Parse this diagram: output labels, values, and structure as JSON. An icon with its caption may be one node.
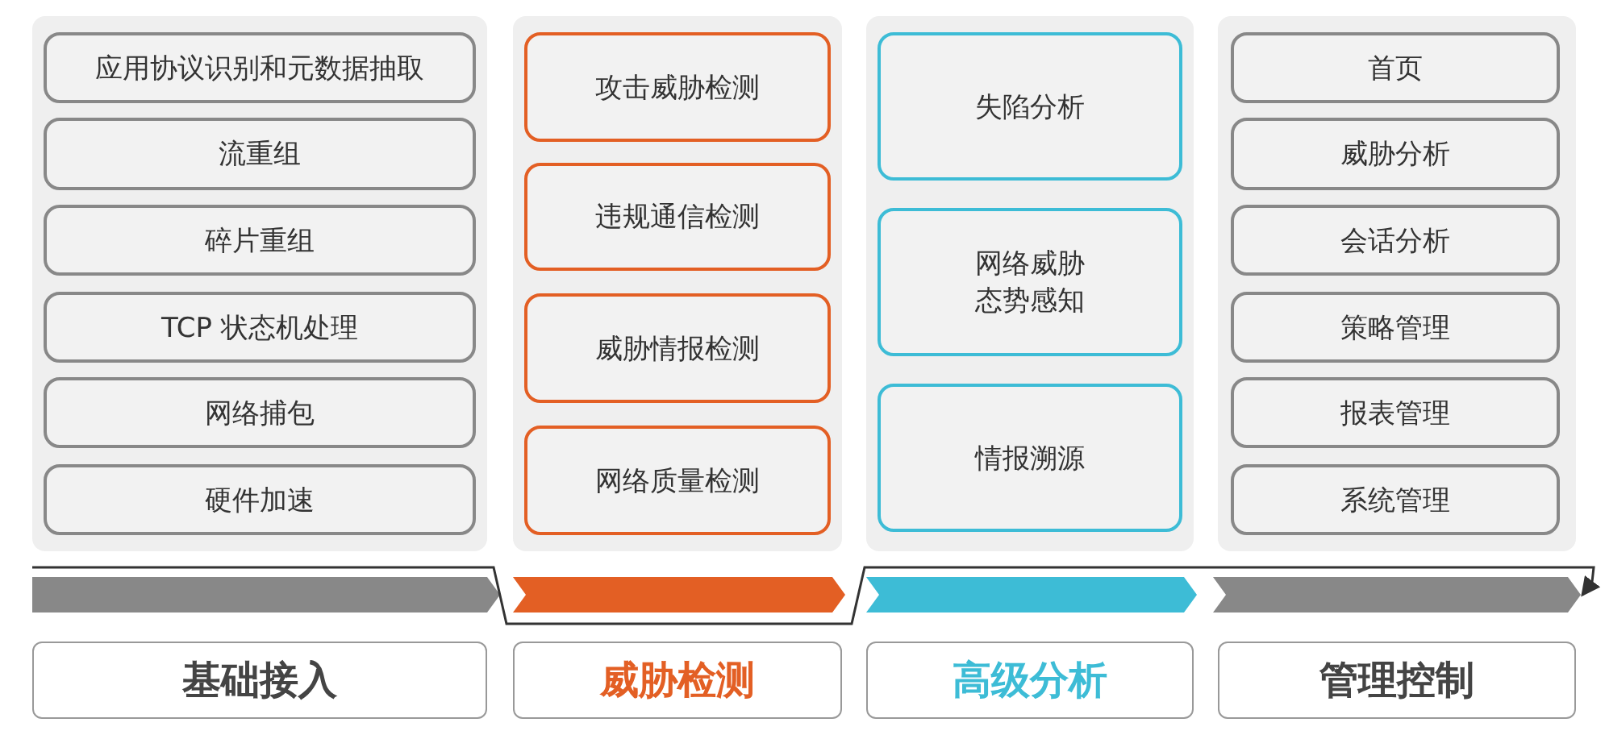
{
  "diagram": {
    "nodes": [
      {
        "text": [],
        "shape": "box"
      },
      {
        "text": [
          "应用协议识别和元数据抽取"
        ],
        "in": 0
      },
      {
        "text": [
          "流重组"
        ],
        "in": 0
      },
      {
        "text": [
          "碎片重组"
        ],
        "in": 0
      },
      {
        "text": [
          "TCP 状态机处理"
        ],
        "in": 0
      },
      {
        "text": [
          "网络捕包"
        ],
        "in": 0
      },
      {
        "text": [
          "硬件加速"
        ],
        "in": 0
      },
      {
        "text": [],
        "shape": "box"
      },
      {
        "text": [
          "攻击威胁检测"
        ],
        "in": 7
      },
      {
        "text": [
          "违规通信检测"
        ],
        "in": 7
      },
      {
        "text": [
          "威胁情报检测"
        ],
        "in": 7
      },
      {
        "text": [
          "网络质量检测"
        ],
        "in": 7
      },
      {
        "text": [],
        "shape": "box"
      },
      {
        "text": [
          "失陷分析"
        ],
        "in": 12
      },
      {
        "text": [
          "网络威胁态势感知"
        ],
        "in": 12
      },
      {
        "text": [
          "情报溯源"
        ],
        "in": 12
      },
      {
        "text": [],
        "shape": "box"
      },
      {
        "text": [
          "首页"
        ],
        "in": 16
      },
      {
        "text": [
          "威胁分析"
        ],
        "in": 16
      },
      {
        "text": [
          "会话分析"
        ],
        "in": 16
      },
      {
        "text": [
          "策略管理"
        ],
        "in": 16
      },
      {
        "text": [
          "报表管理"
        ],
        "in": 16
      },
      {
        "text": [
          "系统管理"
        ],
        "in": 16
      },
      {
        "text": [],
        "shape": "bar"
      },
      {
        "text": [],
        "shape": "bar"
      },
      {
        "text": [],
        "shape": "bar"
      },
      {
        "text": [],
        "shape": "bar"
      },
      {
        "text": [
          "基础接入"
        ]
      },
      {
        "text": [
          "威胁检测"
        ]
      },
      {
        "text": [
          "高级分析"
        ]
      },
      {
        "text": [
          "管理控制"
        ]
      }
    ],
    "edges": [
      {
        "from": 23,
        "to": 26,
        "arrow": "to"
      }
    ]
  }
}
